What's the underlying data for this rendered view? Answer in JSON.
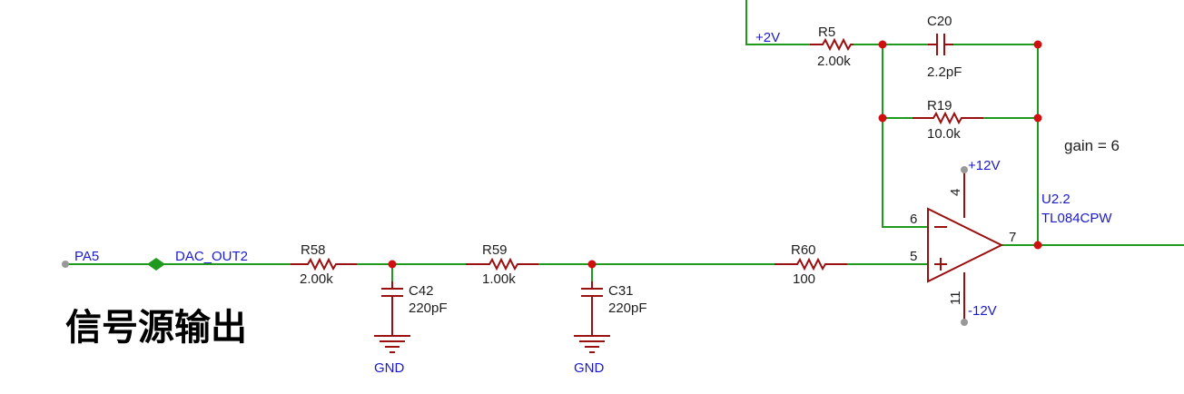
{
  "title": "信号源输出",
  "note": "gain = 6",
  "nets": {
    "pa5": "PA5",
    "dac_out2": "DAC_OUT2",
    "plus2v": "+2V",
    "plus12v": "+12V",
    "minus12v": "-12V",
    "gnd1": "GND",
    "gnd2": "GND"
  },
  "components": {
    "r58": {
      "ref": "R58",
      "value": "2.00k"
    },
    "r59": {
      "ref": "R59",
      "value": "1.00k"
    },
    "r60": {
      "ref": "R60",
      "value": "100"
    },
    "r5": {
      "ref": "R5",
      "value": "2.00k"
    },
    "r19": {
      "ref": "R19",
      "value": "10.0k"
    },
    "c20": {
      "ref": "C20",
      "value": "2.2pF"
    },
    "c42": {
      "ref": "C42",
      "value": "220pF"
    },
    "c31": {
      "ref": "C31",
      "value": "220pF"
    },
    "u2": {
      "ref": "U2.2",
      "value": "TL084CPW"
    }
  },
  "pins": {
    "p6": "6",
    "p5": "5",
    "p7": "7",
    "p4": "4",
    "p11": "11"
  },
  "colors": {
    "wire": "#1f9a1f",
    "part": "#9a1010",
    "label": "#1a1acc",
    "junction": "#d01010"
  }
}
